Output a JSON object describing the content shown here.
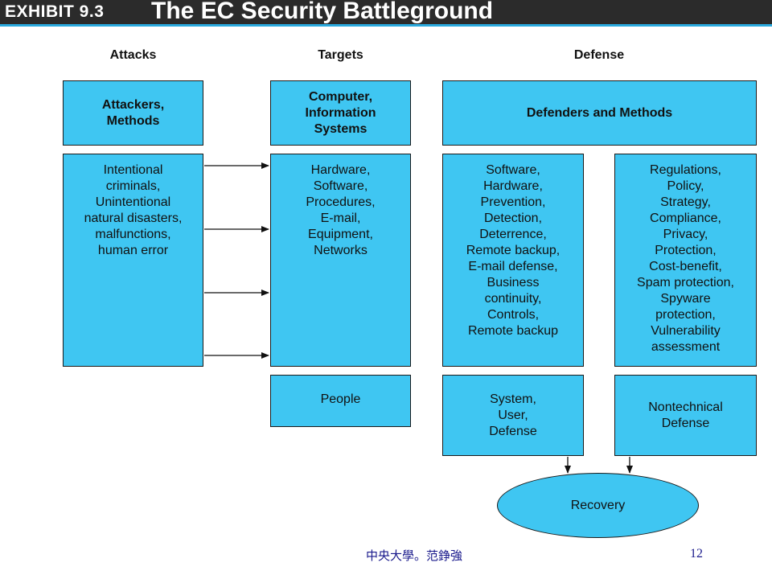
{
  "header": {
    "exhibit_label": "EXHIBIT 9.3",
    "title": "The EC Security Battleground"
  },
  "columns": {
    "attacks": "Attacks",
    "targets": "Targets",
    "defense": "Defense"
  },
  "boxes": {
    "attackers_methods": [
      "Attackers,",
      "Methods"
    ],
    "computer_info_systems": [
      "Computer,",
      "Information",
      "Systems"
    ],
    "defenders_methods": [
      "Defenders and Methods"
    ],
    "attack_types": [
      "Intentional",
      "criminals,",
      "Unintentional",
      "natural disasters,",
      "malfunctions,",
      "human error"
    ],
    "target_items": [
      "Hardware,",
      "Software,",
      "Procedures,",
      "E-mail,",
      "Equipment,",
      "Networks"
    ],
    "technical_defense": [
      "Software,",
      "Hardware,",
      "Prevention,",
      "Detection,",
      "Deterrence,",
      "Remote backup,",
      "E-mail defense,",
      "Business",
      "continuity,",
      "Controls,",
      "Remote backup"
    ],
    "nontechnical_items": [
      "Regulations,",
      "Policy,",
      "Strategy,",
      "Compliance,",
      "Privacy,",
      "Protection,",
      "Cost-benefit,",
      "Spam protection,",
      "Spyware",
      "protection,",
      "Vulnerability",
      "assessment"
    ],
    "people": [
      "People"
    ],
    "system_user_defense": [
      "System,",
      "User,",
      "Defense"
    ],
    "nontechnical_defense": [
      "Nontechnical",
      "Defense"
    ],
    "recovery": "Recovery"
  },
  "footer": {
    "institution": "中央大學。范錚強",
    "page_number": "12"
  },
  "colors": {
    "box_fill": "#3fc6f2",
    "title_bar": "#2b2b2b",
    "title_accent": "#29a9dd",
    "footer_text": "#1a1a8c"
  }
}
